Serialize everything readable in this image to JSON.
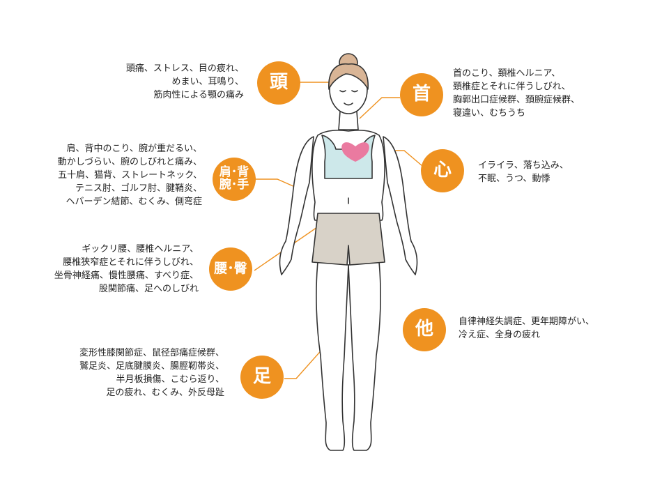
{
  "accent_color": "#ef9220",
  "body_parts": {
    "head": {
      "label": "頭",
      "lines": [
        "頭痛、ストレス、目の疲れ、",
        "めまい、耳鳴り、",
        "筋肉性による顎の痛み"
      ]
    },
    "neck": {
      "label": "首",
      "lines": [
        "首のこり、頚椎ヘルニア、",
        "頚椎症とそれに伴うしびれ、",
        "胸郭出口症候群、頚腕症候群、",
        "寝違い、むちうち"
      ]
    },
    "shoulder": {
      "label_line1": "肩･背",
      "label_line2": "腕･手",
      "lines": [
        "肩、背中のこり、腕が重だるい、",
        "動かしづらい、腕のしびれと痛み、",
        "五十肩、猫背、ストレートネック、",
        "テニス肘、ゴルフ肘、腱鞘炎、",
        "ヘバーデン結節、むくみ、側弯症"
      ]
    },
    "heart": {
      "label": "心",
      "lines": [
        "イライラ、落ち込み、",
        "不眠、うつ、動悸"
      ]
    },
    "waist": {
      "label": "腰･臀",
      "lines": [
        "ギックリ腰、腰椎ヘルニア、",
        "腰椎狭窄症とそれに伴うしびれ、",
        "坐骨神経痛、慢性腰痛、すべり症、",
        "股関節痛、足へのしびれ"
      ]
    },
    "other": {
      "label": "他",
      "lines": [
        "自律神経失調症、更年期障がい、",
        "冷え症、全身の疲れ"
      ]
    },
    "leg": {
      "label": "足",
      "lines": [
        "変形性膝関節症、鼠径部痛症候群、",
        "鷲足炎、足底腱膜炎、腸脛靭帯炎、",
        "半月板損傷、こむら返り、",
        "足の疲れ、むくみ、外反母趾"
      ]
    }
  }
}
